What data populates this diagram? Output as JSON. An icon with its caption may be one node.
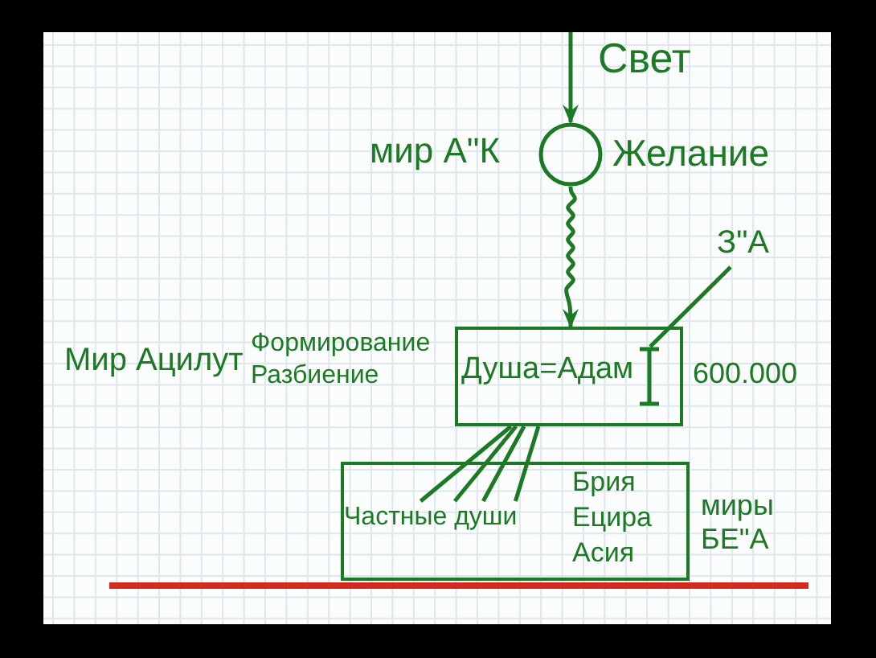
{
  "diagram": {
    "nodes": [
      {
        "text": [],
        "shape": "circle",
        "beside": [
          "мир А\"К",
          "Желание"
        ]
      },
      {
        "text": [
          "Душа=Адам"
        ],
        "beside": [
          "Мир Ацилут",
          "Формирование Разбиение",
          "600.000"
        ]
      },
      {
        "text": [],
        "shape": "bar",
        "in": 1
      },
      {
        "text": [
          "З\"А"
        ]
      },
      {
        "text": [
          "Брия Ецира Асия"
        ],
        "beside": [
          "миры БЕ\"А"
        ]
      },
      {
        "text": [
          "Частные души"
        ],
        "in": 4
      }
    ],
    "edges": [
      {
        "from": null,
        "to": 0,
        "arrow": "to",
        "label": "Свет"
      },
      {
        "from": 0,
        "to": 1,
        "arrow": "to"
      },
      {
        "from": 3,
        "to": 2,
        "arrow": "none"
      },
      {
        "from": 1,
        "to": 5,
        "arrow": "none"
      },
      {
        "from": 1,
        "to": 5,
        "arrow": "none"
      },
      {
        "from": 1,
        "to": 5,
        "arrow": "none"
      },
      {
        "from": 1,
        "to": 5,
        "arrow": "none"
      }
    ]
  }
}
